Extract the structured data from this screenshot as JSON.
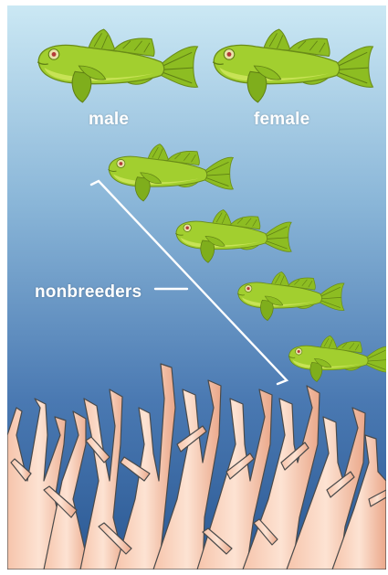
{
  "labels": {
    "male": "male",
    "female": "female",
    "nonbreeders": "nonbreeders"
  },
  "colors": {
    "water_top": "#c9e6f2",
    "water_bottom": "#2e5e98",
    "fish_body": "#9fcc2e",
    "fish_belly": "#c4e04c",
    "fish_dark": "#5f7f14",
    "coral": "#f3b9a0",
    "coral_highlight": "#fbe0cf",
    "coral_outline": "#4a4a4a",
    "bracket": "#ffffff"
  },
  "icons": [
    "goby-fish-icon",
    "coral-icon"
  ]
}
